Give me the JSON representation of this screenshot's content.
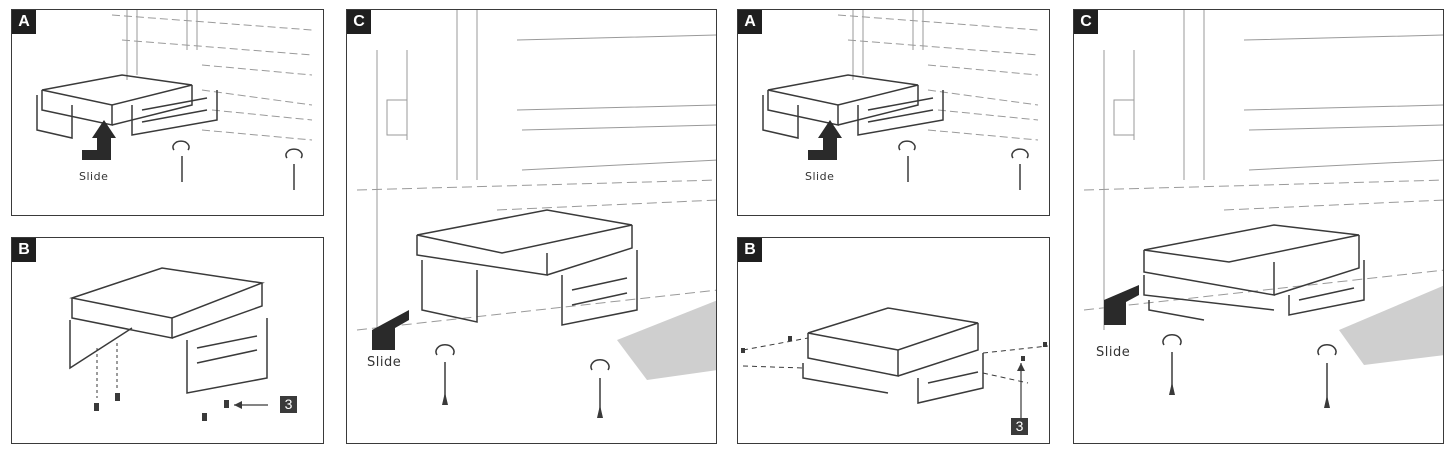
{
  "panels": [
    {
      "label": "A",
      "caption": "Slide"
    },
    {
      "label": "B",
      "callout": "3"
    },
    {
      "label": "C",
      "caption": "Slide"
    },
    {
      "label": "A",
      "caption": "Slide"
    },
    {
      "label": "B",
      "callout": "3"
    },
    {
      "label": "C",
      "caption": "Slide"
    }
  ],
  "colors": {
    "line": "#3a3a3a",
    "label_bg": "#1f1f1f",
    "grid": "#9a9a9a"
  }
}
